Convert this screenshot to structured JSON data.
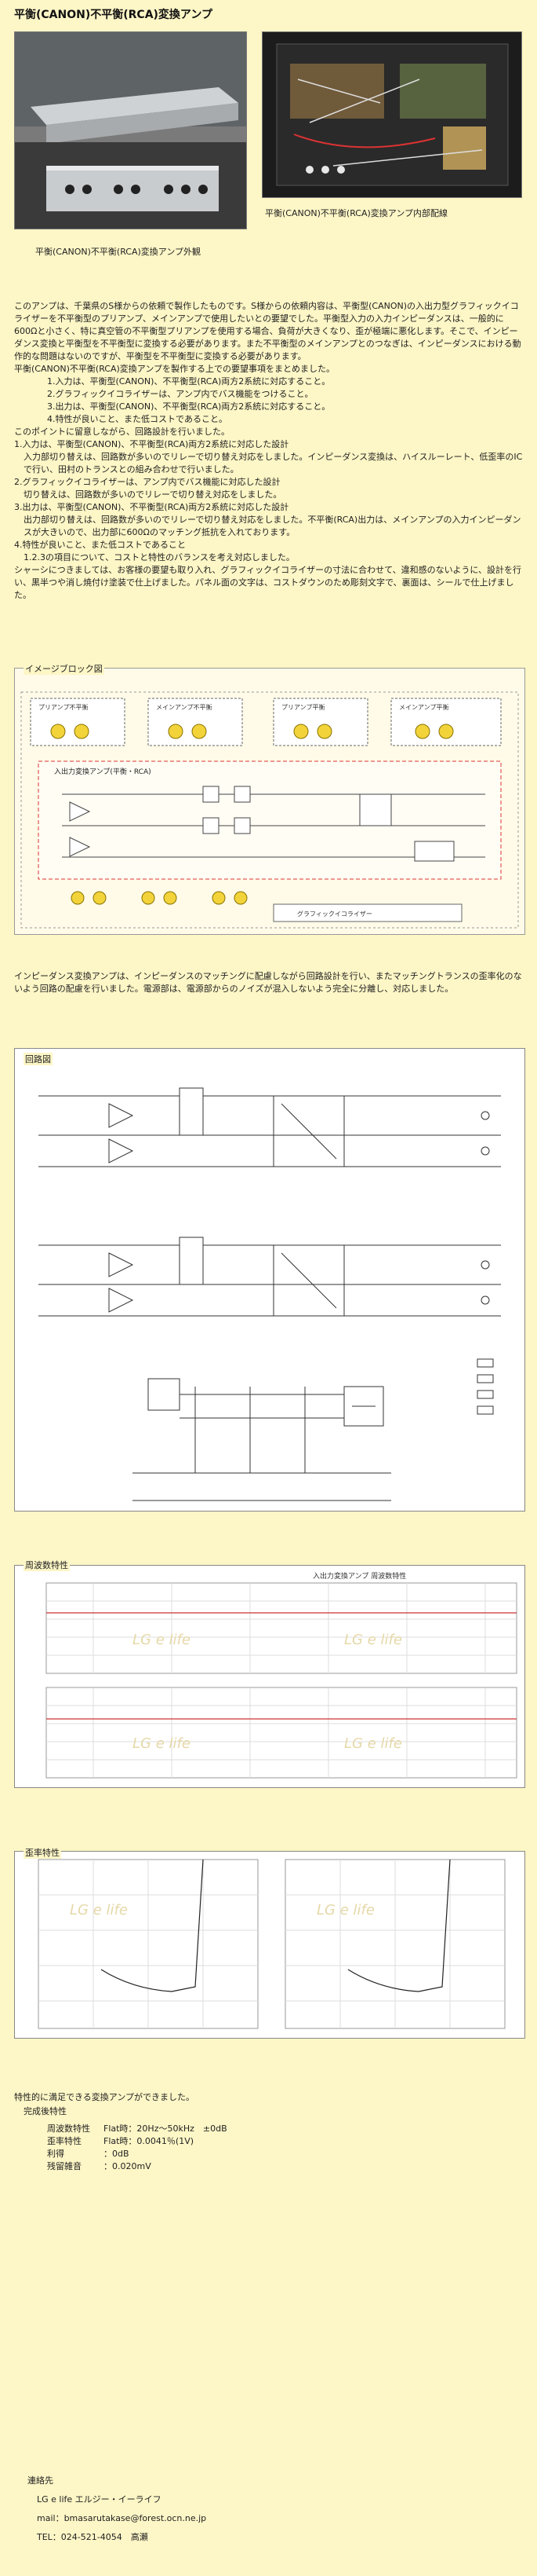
{
  "title": "平衡(CANON)不平衡(RCA)変換アンプ",
  "photos": {
    "exterior_caption": "平衡(CANON)不平衡(RCA)変換アンプ外観",
    "interior_caption": "平衡(CANON)不平衡(RCA)変換アンプ内部配線"
  },
  "intro": {
    "p1": "このアンプは、千葉県のS様からの依頼で製作したものです。S様からの依頼内容は、平衡型(CANON)の入出力型グラフィックイコライザーを不平衡型のプリアンプ、メインアンプで使用したいとの要望でした。平衡型入力の入力インピーダンスは、一般的に600Ωと小さく、特に真空管の不平衡型プリアンプを使用する場合、負荷が大きくなり、歪が極端に悪化します。そこで、インピーダンス変換と平衡型を不平衡型に変換する必要があります。また不平衡型のメインアンプとのつなぎは、インピーダンスにおける動作的な問題はないのですが、平衡型を不平衡型に変換する必要があります。",
    "p2": "平衡(CANON)不平衡(RCA)変換アンプを製作する上での要望事項をまとめました。",
    "req": [
      "1.入力は、平衡型(CANON)、不平衡型(RCA)両方2系統に対応すること。",
      "2.グラフィックイコライザーは、アンプ内でバス機能をつけること。",
      "3.出力は、平衡型(CANON)、不平衡型(RCA)両方2系統に対応すること。",
      "4.特性が良いこと、また低コストであること。"
    ],
    "p3": "このポイントに留意しながら、回路設計を行いました。",
    "d1_head": "1.入力は、平衡型(CANON)、不平衡型(RCA)両方2系統に対応した設計",
    "d1_body": "入力部切り替えは、回路数が多いのでリレーで切り替え対応をしました。インピーダンス変換は、ハイスルーレート、低歪率のICで行い、田村のトランスとの組み合わせで行いました。",
    "d2_head": "2.グラフィックイコライザーは、アンプ内でバス機能に対応した設計",
    "d2_body": "切り替えは、回路数が多いのでリレーで切り替え対応をしました。",
    "d3_head": "3.出力は、平衡型(CANON)、不平衡型(RCA)両方2系統に対応した設計",
    "d3_body": "出力部切り替えは、回路数が多いのでリレーで切り替え対応をしました。不平衡(RCA)出力は、メインアンプの入力インピーダンスが大きいので、出力部に600Ωのマッチング抵抗を入れております。",
    "d4_head": "4.特性が良いこと、また低コストであること",
    "d4_body": "1.2.3の項目について、コストと特性のバランスを考え対応しました。",
    "p4": "シャーシにつきましては、お客様の要望も取り入れ、グラフィックイコライザーの寸法に合わせて、違和感のないように、設計を行い、黒半つや消し焼付け塗装で仕上げました。パネル面の文字は、コストダウンのため彫刻文字で、裏面は、シールで仕上げました。"
  },
  "block_diagram": {
    "label": "イメージブロック図",
    "boxes": [
      "プリアンプ不平衡",
      "メインアンプ不平衡",
      "プリアンプ平衡",
      "メインアンプ平衡"
    ],
    "inner_title": "入出力変換アンプ(平衡・RCA)",
    "geq_label": "グラフィックイコライザー"
  },
  "block_note": "インピーダンス変換アンプは、インピーダンスのマッチングに配慮しながら回路設計を行い、またマッチングトランスの歪率化のないよう回路の配慮を行いました。電源部は、電源部からのノイズが混入しないよう完全に分離し、対応しました。",
  "circuit": {
    "label": "回路図"
  },
  "freq": {
    "label": "周波数特性",
    "chart_title": "入出力変換アンプ 周波数特性",
    "watermark": "LG e life"
  },
  "distortion": {
    "label": "歪率特性",
    "watermark": "LG e life"
  },
  "summary": {
    "p": "特性的に満足できる変換アンプができました。",
    "head": "完成後特性",
    "specs": [
      {
        "k": "周波数特性",
        "v": "Flat時：20Hz～50kHz　±0dB"
      },
      {
        "k": "歪率特性",
        "v": "Flat時：0.0041％(1V)"
      },
      {
        "k": "利得",
        "v": "：0dB"
      },
      {
        "k": "残留雑音",
        "v": "：0.020mV"
      }
    ]
  },
  "contact": {
    "head": "連絡先",
    "company": "LG e life エルジー・イーライフ",
    "mail": "mail：bmasarutakase@forest.ocn.ne.jp",
    "tel": "TEL：024-521-4054　高瀬"
  }
}
